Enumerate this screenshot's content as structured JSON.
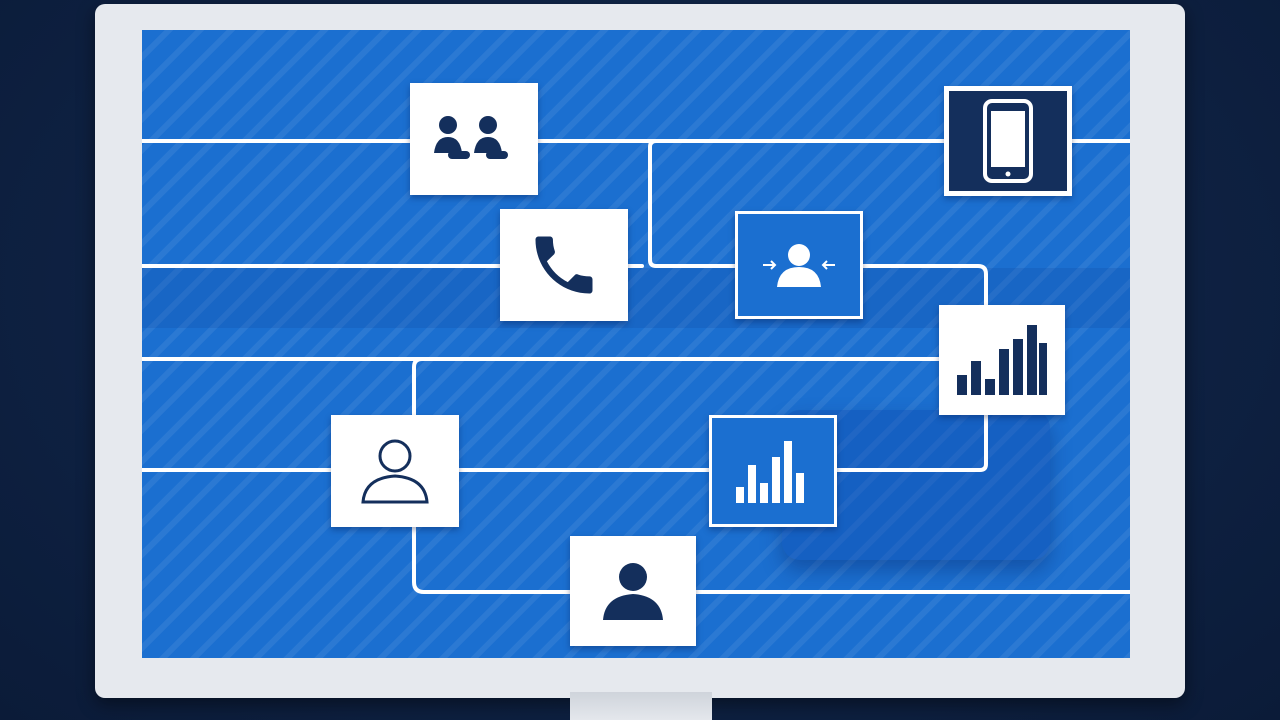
{
  "scene": {
    "colors": {
      "background": "#0f2445",
      "monitor_bezel": "#e6e9ee",
      "screen": "#1b6fd0",
      "connector_lines": "#ffffff",
      "icon_dark": "#142f5c"
    }
  },
  "nodes": [
    {
      "name": "people-handshake-node",
      "icon": "people-connection-icon"
    },
    {
      "name": "phone-call-node",
      "icon": "phone-handset-icon"
    },
    {
      "name": "contact-share-node",
      "icon": "user-share-icon"
    },
    {
      "name": "mobile-device-node",
      "icon": "smartphone-icon"
    },
    {
      "name": "bar-chart-large-node",
      "icon": "bar-chart-icon"
    },
    {
      "name": "user-outline-node",
      "icon": "user-outline-icon"
    },
    {
      "name": "bar-chart-small-node",
      "icon": "bar-chart-icon"
    },
    {
      "name": "user-solid-node",
      "icon": "user-solid-icon"
    }
  ]
}
